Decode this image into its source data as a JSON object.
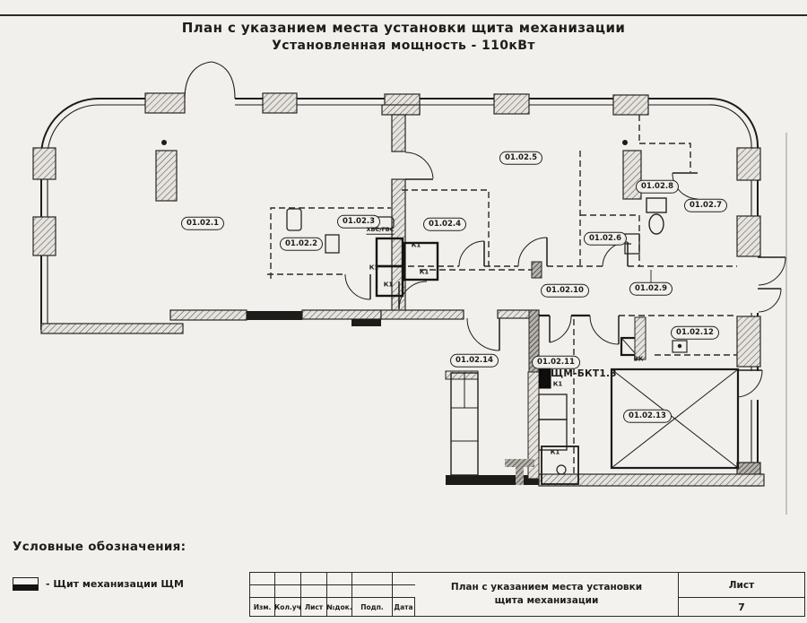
{
  "title": {
    "line1": "План с указанием места установки щита механизации",
    "line2": "Установленная мощность - 110кВт"
  },
  "plan": {
    "rooms": [
      "01.02.1",
      "01.02.2",
      "01.02.3",
      "01.02.4",
      "01.02.5",
      "01.02.6",
      "01.02.7",
      "01.02.8",
      "01.02.9",
      "01.02.10",
      "01.02.11",
      "01.02.12",
      "01.02.13",
      "01.02.14"
    ],
    "labels": {
      "k1": "К1",
      "vk": "ВК",
      "hvs_gvs": "ХВС/ГВС",
      "panel": "ЩМ-БКТ1.3"
    },
    "colors": {
      "line": "#1c1c1c",
      "paper": "#f2f0ec",
      "panel_fill": "#0f0e0d"
    }
  },
  "legend": {
    "heading": "Условные обозначения:",
    "item_label": "- Щит механизации ЩМ"
  },
  "titleblock": {
    "columns": [
      "Изм.",
      "Кол.уч",
      "Лист",
      "№док.",
      "Подп.",
      "Дата"
    ],
    "doc_title_line1": "План с указанием места установки",
    "doc_title_line2": "щита механизации",
    "sheet_label": "Лист",
    "sheet_number": "7"
  }
}
